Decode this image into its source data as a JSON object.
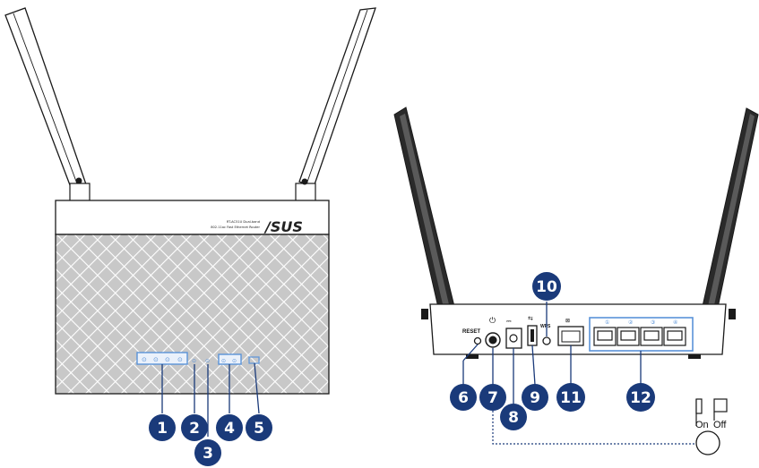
{
  "accent_color": "#1a3a7a",
  "led_color": "#5a93d8",
  "front": {
    "model_line1": "RT-AC51U Dual-band",
    "model_line2": "802.11ac Fast Ethernet Router",
    "brand": "/SUS"
  },
  "rear": {
    "reset_label": "RESET",
    "wps_label": "WPS"
  },
  "switch": {
    "on_label": "On",
    "off_label": "Off"
  },
  "callouts": [
    "1",
    "2",
    "3",
    "4",
    "5",
    "6",
    "7",
    "8",
    "9",
    "10",
    "11",
    "12"
  ]
}
